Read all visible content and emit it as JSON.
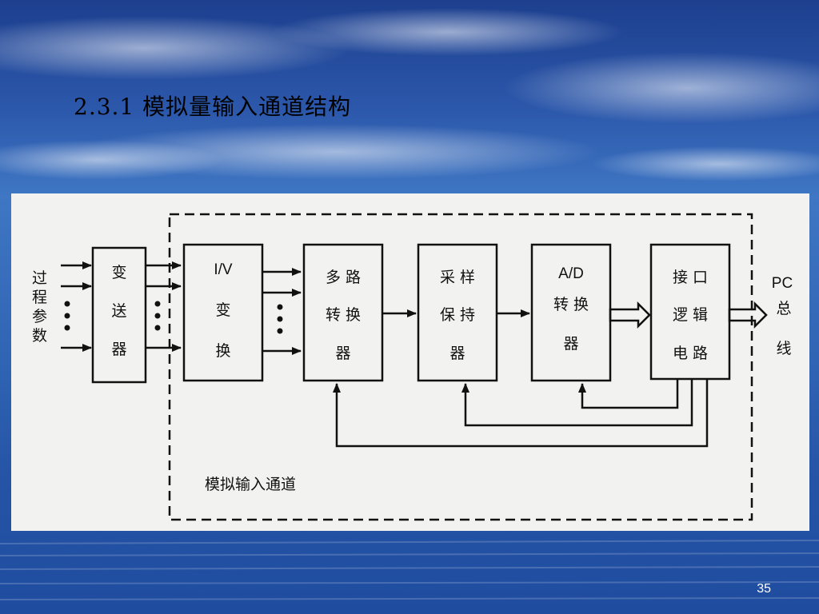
{
  "slide": {
    "title": "2.3.1 模拟量输入通道结构",
    "page_number": "35"
  },
  "diagram": {
    "input_label": [
      "过",
      "程",
      "参",
      "数"
    ],
    "blocks": {
      "transmitter": [
        "变",
        "送",
        "器"
      ],
      "iv_converter": [
        "I/V",
        "变",
        "换"
      ],
      "multiplexer": [
        "多  路",
        "转  换",
        "器"
      ],
      "sample_hold": [
        "采  样",
        "保  持",
        "器"
      ],
      "ad_converter": [
        "A/D",
        "转  换",
        "器"
      ],
      "interface_logic": [
        "接  口",
        "逻  辑",
        "电  路"
      ]
    },
    "output_label": [
      "PC",
      "总",
      "线"
    ],
    "channel_label": "模拟输入通道"
  },
  "colors": {
    "background": "#2c58ab",
    "panel": "#f2f2f0",
    "ink": "#111111"
  }
}
